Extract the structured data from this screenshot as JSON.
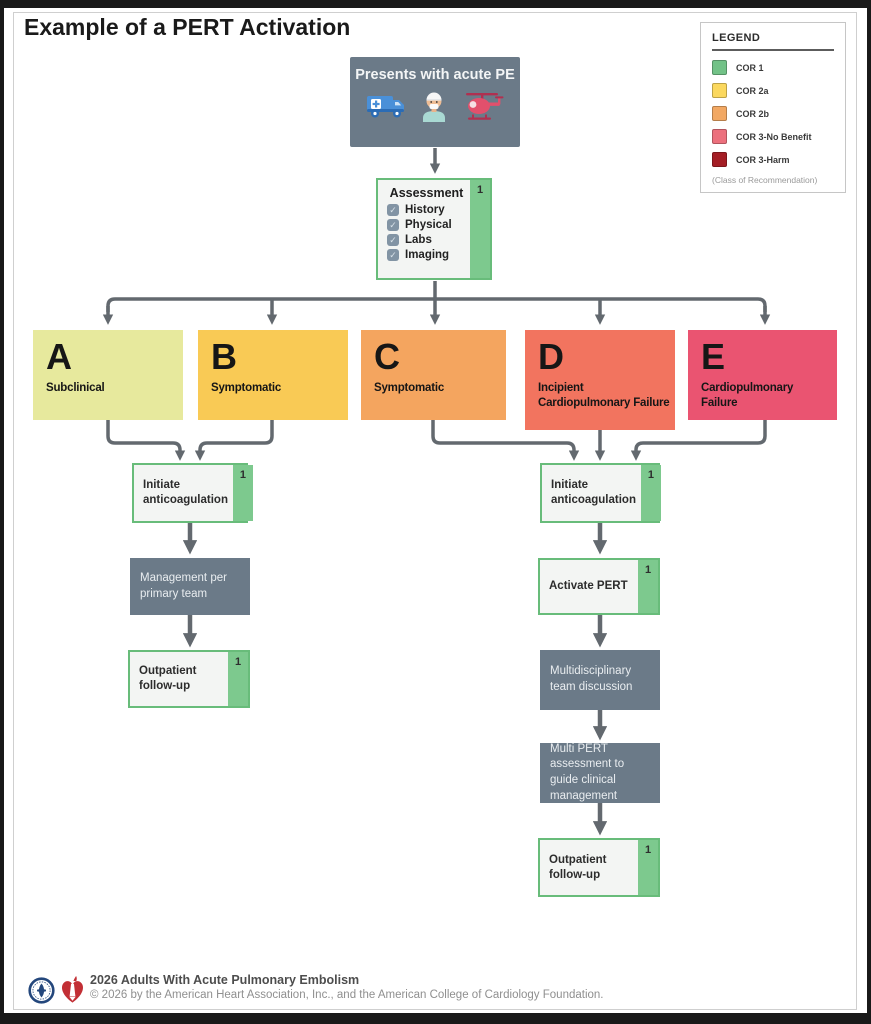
{
  "title": "Example of a PERT Activation",
  "legend": {
    "title": "LEGEND",
    "items": [
      {
        "label": "COR 1",
        "color": "#72c287"
      },
      {
        "label": "COR 2a",
        "color": "#fbd85e"
      },
      {
        "label": "COR 2b",
        "color": "#f2a863"
      },
      {
        "label": "COR 3-No Benefit",
        "color": "#ec707d"
      },
      {
        "label": "COR 3-Harm",
        "color": "#a41e25"
      }
    ],
    "note": "(Class of Recommendation)"
  },
  "flow": {
    "start": {
      "label": "Presents with acute PE",
      "icons": [
        "ambulance-icon",
        "clinician-icon",
        "helicopter-icon"
      ]
    },
    "assessment": {
      "title": "Assessment",
      "cor": "1",
      "items": [
        "History",
        "Physical",
        "Labs",
        "Imaging"
      ]
    },
    "categories": [
      {
        "letter": "A",
        "label": "Subclinical",
        "lines": [
          "Subclinical"
        ],
        "color": "#e7e99d"
      },
      {
        "letter": "B",
        "label": "Symptomatic",
        "lines": [
          "Symptomatic"
        ],
        "color": "#f9ca55"
      },
      {
        "letter": "C",
        "label": "Symptomatic",
        "lines": [
          "Symptomatic"
        ],
        "color": "#f4a55f"
      },
      {
        "letter": "D",
        "label": "Incipient Cardiopulmonary Failure",
        "lines": [
          "Incipient",
          "Cardiopulmonary Failure"
        ],
        "color": "#f2745f"
      },
      {
        "letter": "E",
        "label": "Cardiopulmonary Failure",
        "lines": [
          "Cardiopulmonary",
          "Failure"
        ],
        "color": "#ea5471"
      }
    ],
    "left_branch": {
      "initiate": {
        "label": "Initiate anticoagulation",
        "cor": "1"
      },
      "management": {
        "label": "Management per primary team"
      },
      "outpatient": {
        "label": "Outpatient follow-up",
        "cor": "1"
      }
    },
    "right_branch": {
      "initiate": {
        "label": "Initiate anticoagulation",
        "cor": "1"
      },
      "activate": {
        "label": "Activate PERT",
        "cor": "1"
      },
      "multidisciplinary": {
        "label": "Multidisciplinary team discussion"
      },
      "multi_pert": {
        "label": "Multi PERT assessment to guide clinical management"
      },
      "outpatient": {
        "label": "Outpatient follow-up",
        "cor": "1"
      }
    }
  },
  "footer": {
    "title": "2026 Adults With Acute Pulmonary Embolism",
    "copyright": "© 2026 by the American Heart Association, Inc., and the American College of Cardiology Foundation."
  },
  "colors": {
    "node_gray": "#6b7a88",
    "cor_border_green": "#68bc7a",
    "cor_strip_green": "#7dc98e",
    "arrow_gray": "#63696f"
  }
}
